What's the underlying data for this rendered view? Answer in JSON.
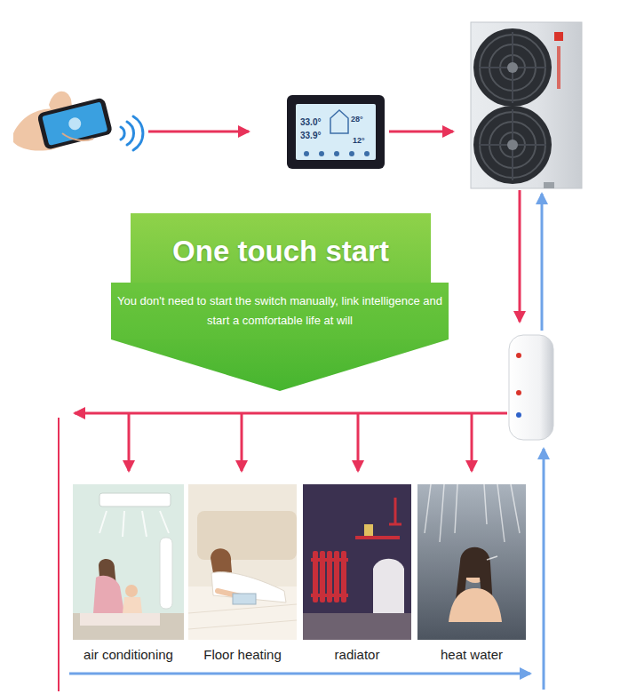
{
  "diagram": {
    "nodes": [
      {
        "text": [
          "One touch start",
          "You don't need to start the switch manually, link intelligence and start a comfortable life at will"
        ]
      },
      {
        "text": [
          "33.0°",
          "33.9°",
          "28°",
          "12°"
        ]
      },
      {
        "text": [
          "air conditioning"
        ]
      },
      {
        "text": [
          "Floor heating"
        ]
      },
      {
        "text": [
          "radiator"
        ]
      },
      {
        "text": [
          "heat water"
        ]
      }
    ]
  }
}
